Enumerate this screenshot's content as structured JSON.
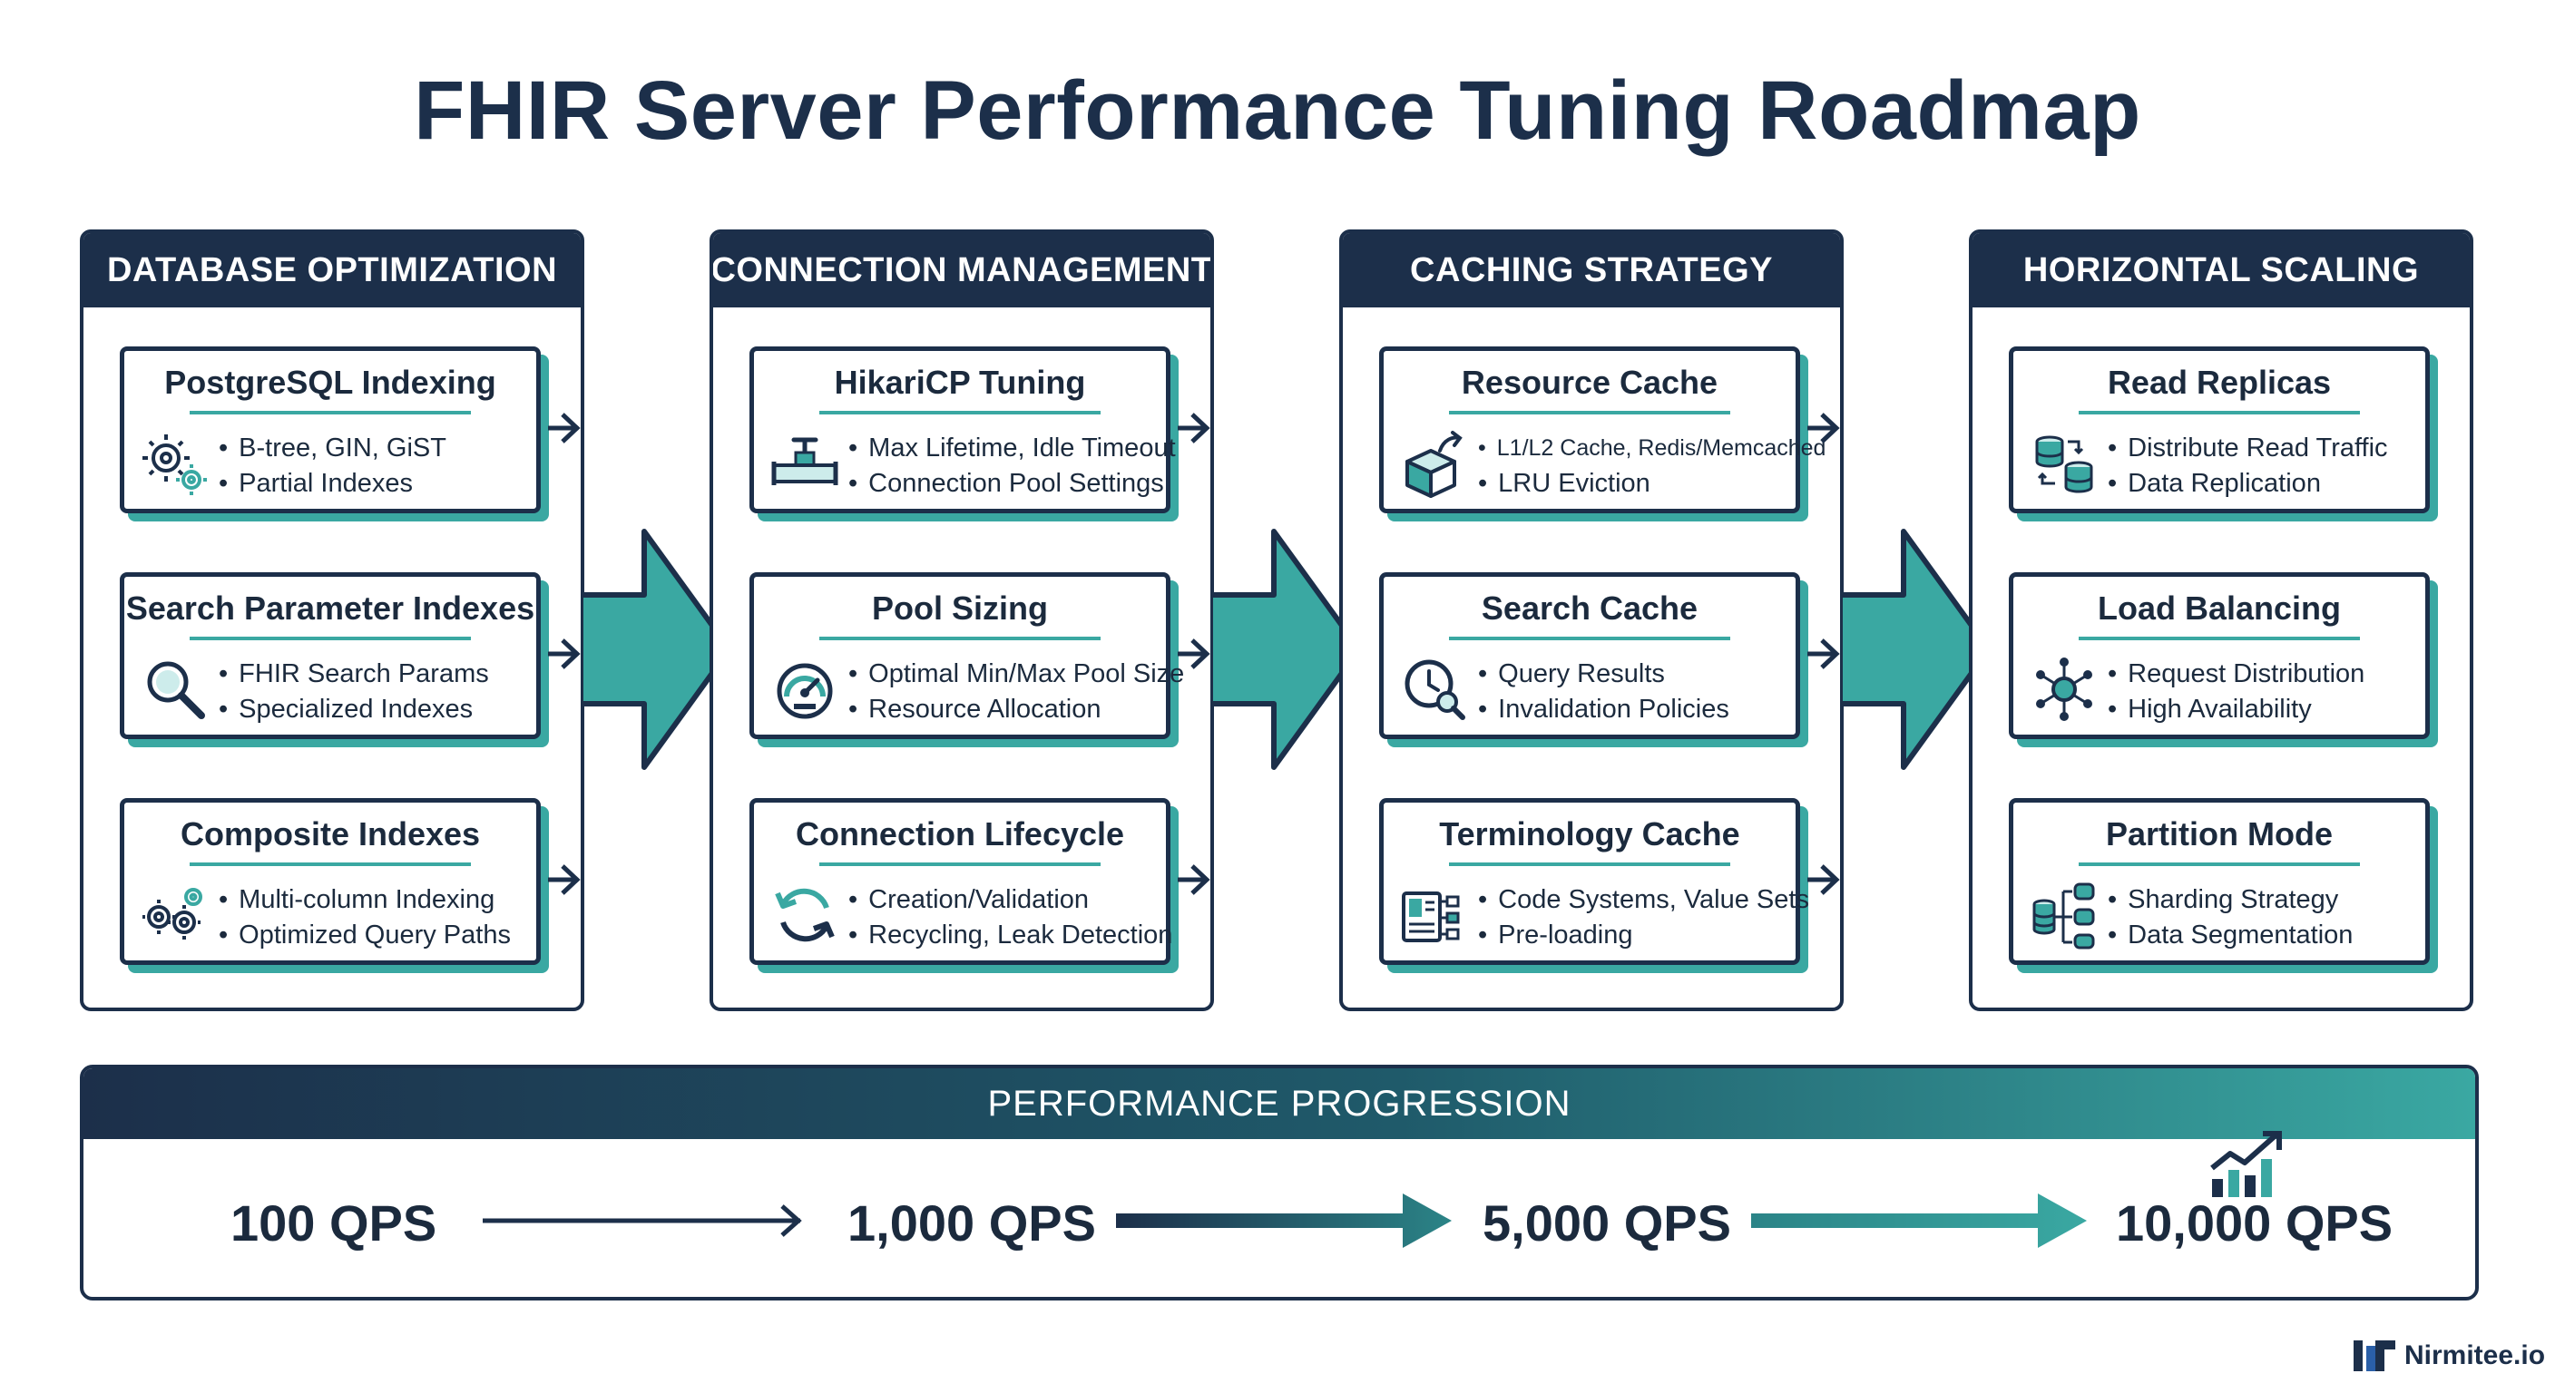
{
  "title": "FHIR Server Performance Tuning Roadmap",
  "stages": [
    {
      "header": "DATABASE OPTIMIZATION",
      "cards": [
        {
          "title": "PostgreSQL Indexing",
          "icon": "gears-icon",
          "bullets": [
            "B-tree, GIN, GiST",
            "Partial Indexes"
          ]
        },
        {
          "title": "Search Parameter Indexes",
          "icon": "magnifier-icon",
          "bullets": [
            "FHIR Search Params",
            "Specialized Indexes"
          ]
        },
        {
          "title": "Composite Indexes",
          "icon": "gears-icon",
          "bullets": [
            "Multi-column Indexing",
            "Optimized Query Paths"
          ]
        }
      ]
    },
    {
      "header": "CONNECTION MANAGEMENT",
      "cards": [
        {
          "title": "HikariCP Tuning",
          "icon": "valve-icon",
          "bullets": [
            "Max Lifetime, Idle Timeout",
            "Connection Pool Settings"
          ]
        },
        {
          "title": "Pool Sizing",
          "icon": "gauge-icon",
          "bullets": [
            "Optimal Min/Max Pool Size",
            "Resource Allocation"
          ]
        },
        {
          "title": "Connection Lifecycle",
          "icon": "refresh-icon",
          "bullets": [
            "Creation/Validation",
            "Recycling, Leak Detection"
          ]
        }
      ]
    },
    {
      "header": "CACHING STRATEGY",
      "cards": [
        {
          "title": "Resource Cache",
          "icon": "cube-icon",
          "bullets": [
            "L1/L2 Cache, Redis/Memcached",
            "LRU Eviction"
          ]
        },
        {
          "title": "Search Cache",
          "icon": "clock-search-icon",
          "bullets": [
            "Query Results",
            "Invalidation Policies"
          ]
        },
        {
          "title": "Terminology Cache",
          "icon": "book-icon",
          "bullets": [
            "Code Systems, Value Sets",
            "Pre-loading"
          ]
        }
      ]
    },
    {
      "header": "HORIZONTAL SCALING",
      "cards": [
        {
          "title": "Read Replicas",
          "icon": "database-replica-icon",
          "bullets": [
            "Distribute Read Traffic",
            "Data Replication"
          ]
        },
        {
          "title": "Load Balancing",
          "icon": "network-hub-icon",
          "bullets": [
            "Request Distribution",
            "High Availability"
          ]
        },
        {
          "title": "Partition Mode",
          "icon": "database-partition-icon",
          "bullets": [
            "Sharding Strategy",
            "Data Segmentation"
          ]
        }
      ]
    }
  ],
  "progression": {
    "header": "PERFORMANCE PROGRESSION",
    "steps": [
      "100 QPS",
      "1,000 QPS",
      "5,000 QPS",
      "10,000 QPS"
    ],
    "icon": "growth-chart-icon"
  },
  "brand": "Nirmitee.io",
  "colors": {
    "navy": "#1c2f4a",
    "teal": "#3aa8a2"
  }
}
